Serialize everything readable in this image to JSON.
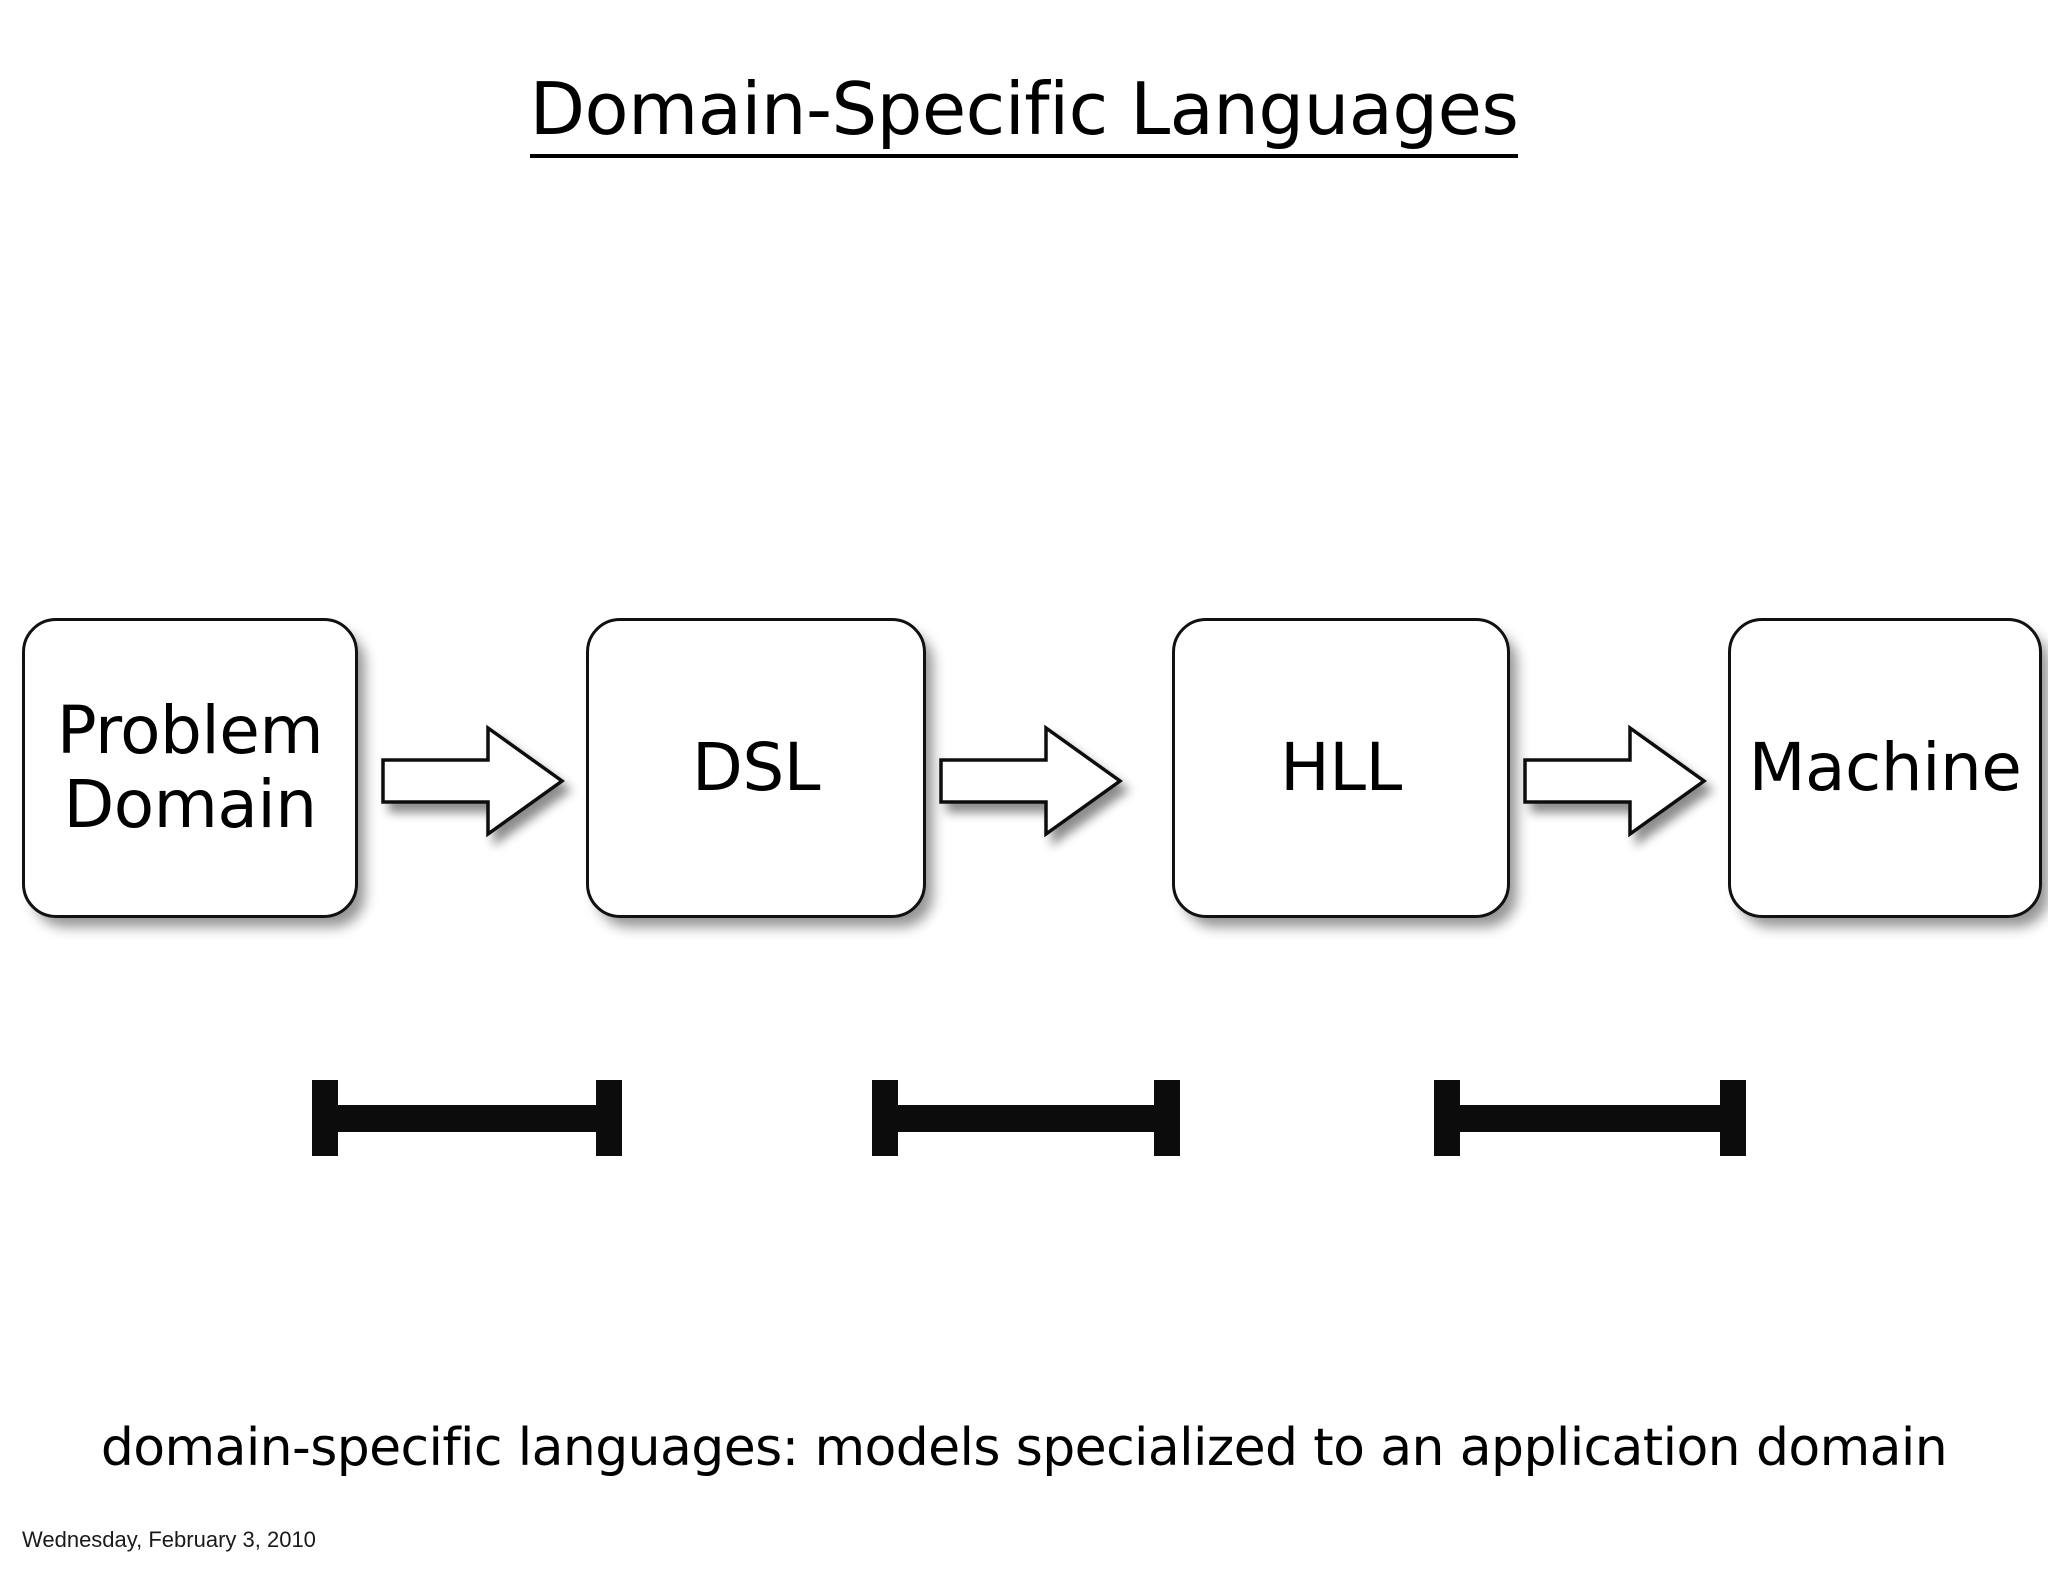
{
  "slide": {
    "title": "Domain-Specific Languages",
    "caption": "domain-specific languages: models specialized to an application domain",
    "footer_date": "Wednesday, February 3, 2010",
    "background_color": "#ffffff",
    "ink_color": "#000000"
  },
  "flow": {
    "boxes": [
      {
        "id": "problem-domain",
        "label": "Problem\nDomain"
      },
      {
        "id": "dsl",
        "label": "DSL"
      },
      {
        "id": "hll",
        "label": "HLL"
      },
      {
        "id": "machine",
        "label": "Machine"
      }
    ],
    "arrows": [
      {
        "id": "arrow-1",
        "direction": "right",
        "from": "problem-domain",
        "to": "dsl"
      },
      {
        "id": "arrow-2",
        "direction": "right",
        "from": "dsl",
        "to": "hll"
      },
      {
        "id": "arrow-3",
        "direction": "right",
        "from": "hll",
        "to": "machine"
      }
    ],
    "spans": [
      {
        "id": "span-1",
        "label": ""
      },
      {
        "id": "span-2",
        "label": ""
      },
      {
        "id": "span-3",
        "label": ""
      }
    ]
  }
}
